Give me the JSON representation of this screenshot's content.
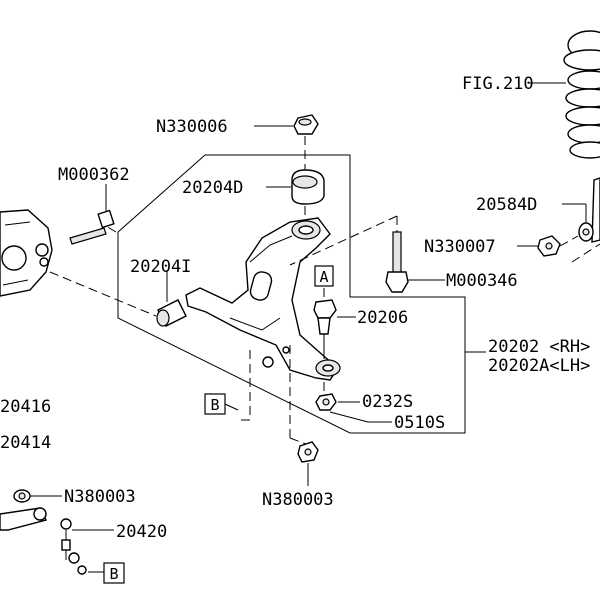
{
  "labels": {
    "fig210": "FIG.210",
    "n330006": "N330006",
    "m000362": "M000362",
    "p20204d": "20204D",
    "p20584d": "20584D",
    "n330007": "N330007",
    "p20204i": "20204I",
    "ref_a": "A",
    "m000346": "M000346",
    "p20206": "20206",
    "p20202": "20202 <RH>",
    "p20202a": "20202A<LH>",
    "p20416": "20416",
    "ref_b1": "B",
    "p0232s": "0232S",
    "p0510s": "0510S",
    "p20414": "20414",
    "n380003a": "N380003",
    "n380003b": "N380003",
    "p20420": "20420",
    "ref_b2": "B"
  }
}
